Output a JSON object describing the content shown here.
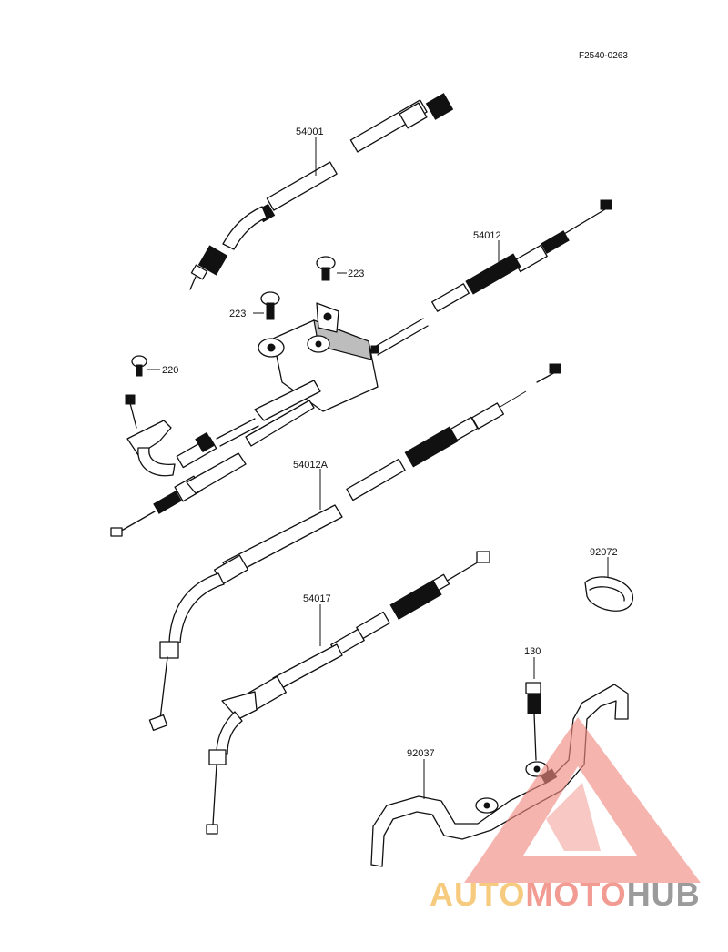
{
  "reference": "F2540-0263",
  "parts": {
    "speedo_cable": "54001",
    "throttle_cable_1": "54012",
    "throttle_cable_2": "54012A",
    "choke_cable": "54017",
    "clamp": "92072",
    "bolt": "130",
    "bracket": "92037",
    "screw_a": "223",
    "screw_b": "223",
    "screw_c": "220"
  },
  "watermark": {
    "part1": "AUTO",
    "part2": "MOTO",
    "part3": "HUB",
    "colors": {
      "auto": "#f5c36a",
      "moto": "#f08a80",
      "hub": "#8a8a8a",
      "triangle": "#f08a80"
    }
  }
}
